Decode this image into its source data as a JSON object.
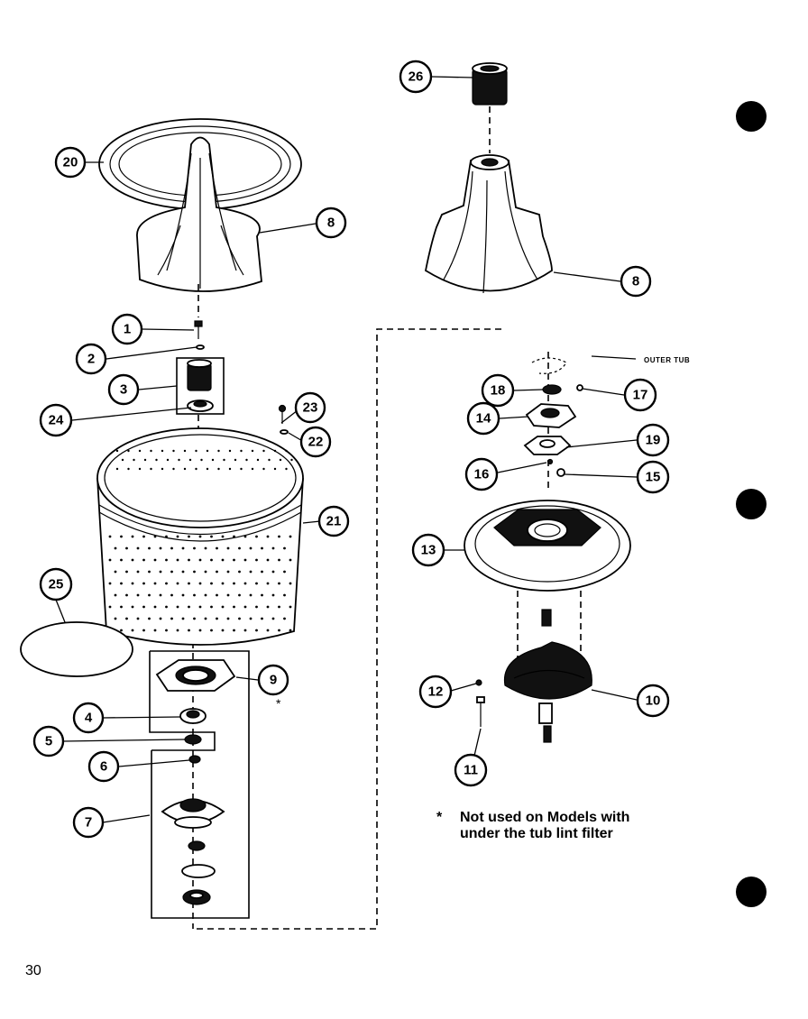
{
  "page": {
    "number": "30",
    "note_star": "*",
    "note_lines": [
      "Not used on Models with",
      "under the tub lint filter"
    ],
    "outer_tub_label": "OUTER TUB",
    "part9_asterisk": "*"
  },
  "callouts": {
    "c1": "1",
    "c2": "2",
    "c3": "3",
    "c4": "4",
    "c5": "5",
    "c6": "6",
    "c7": "7",
    "c8a": "8",
    "c8b": "8",
    "c9": "9",
    "c10": "10",
    "c11": "11",
    "c12": "12",
    "c13": "13",
    "c14": "14",
    "c15": "15",
    "c16": "16",
    "c17": "17",
    "c18": "18",
    "c19": "19",
    "c20": "20",
    "c21": "21",
    "c22": "22",
    "c23": "23",
    "c24": "24",
    "c25": "25",
    "c26": "26"
  },
  "colors": {
    "ink": "#000000",
    "paper": "#ffffff"
  }
}
